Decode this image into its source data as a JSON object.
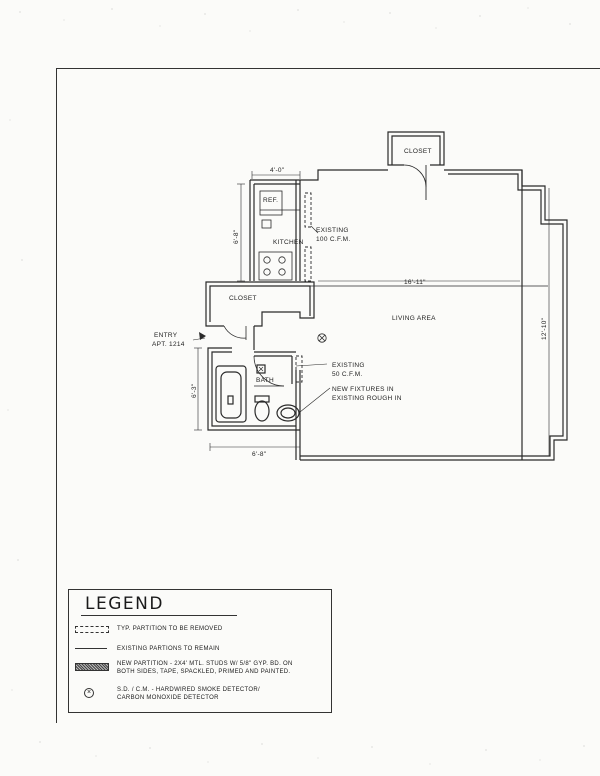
{
  "plan": {
    "rooms": {
      "closet_top": "CLOSET",
      "closet_entry": "CLOSET",
      "kitchen": "KITCHEN",
      "ref": "REF.",
      "bath": "BATH",
      "living": "LIVING AREA"
    },
    "entry": [
      "ENTRY",
      "APT. 1214"
    ],
    "notes": {
      "kitchen_exhaust": [
        "EXISTING",
        "100 C.F.M."
      ],
      "bath_exhaust": [
        "EXISTING",
        "50 C.F.M."
      ],
      "fixtures": [
        "NEW FIXTURES IN",
        "EXISTING ROUGH IN"
      ]
    },
    "dimensions": {
      "kitchen_width": "4'-0\"",
      "kitchen_depth": "6'-8\"",
      "living_width": "16'-11\"",
      "living_depth": "12'-10\"",
      "bath_depth": "6'-3\"",
      "bath_width": "6'-8\""
    }
  },
  "legend": {
    "title": "LEGEND",
    "items": [
      {
        "symbol": "dashed-partition",
        "text": [
          "TYP. PARTITION TO BE REMOVED"
        ]
      },
      {
        "symbol": "solid-line",
        "text": [
          "EXISTING PARTIONS TO REMAIN"
        ]
      },
      {
        "symbol": "hatched-partition",
        "text": [
          "NEW PARTITION - 2X4' MTL. STUDS W/ 5/8\" GYP. BD. ON",
          "BOTH SIDES, TAPE, SPACKLED, PRIMED AND PAINTED."
        ]
      },
      {
        "symbol": "smoke-detector",
        "text": [
          "S.D. / C.M. - HARDWIRED SMOKE DETECTOR/",
          "CARBON MONOXIDE DETECTOR"
        ]
      }
    ]
  }
}
